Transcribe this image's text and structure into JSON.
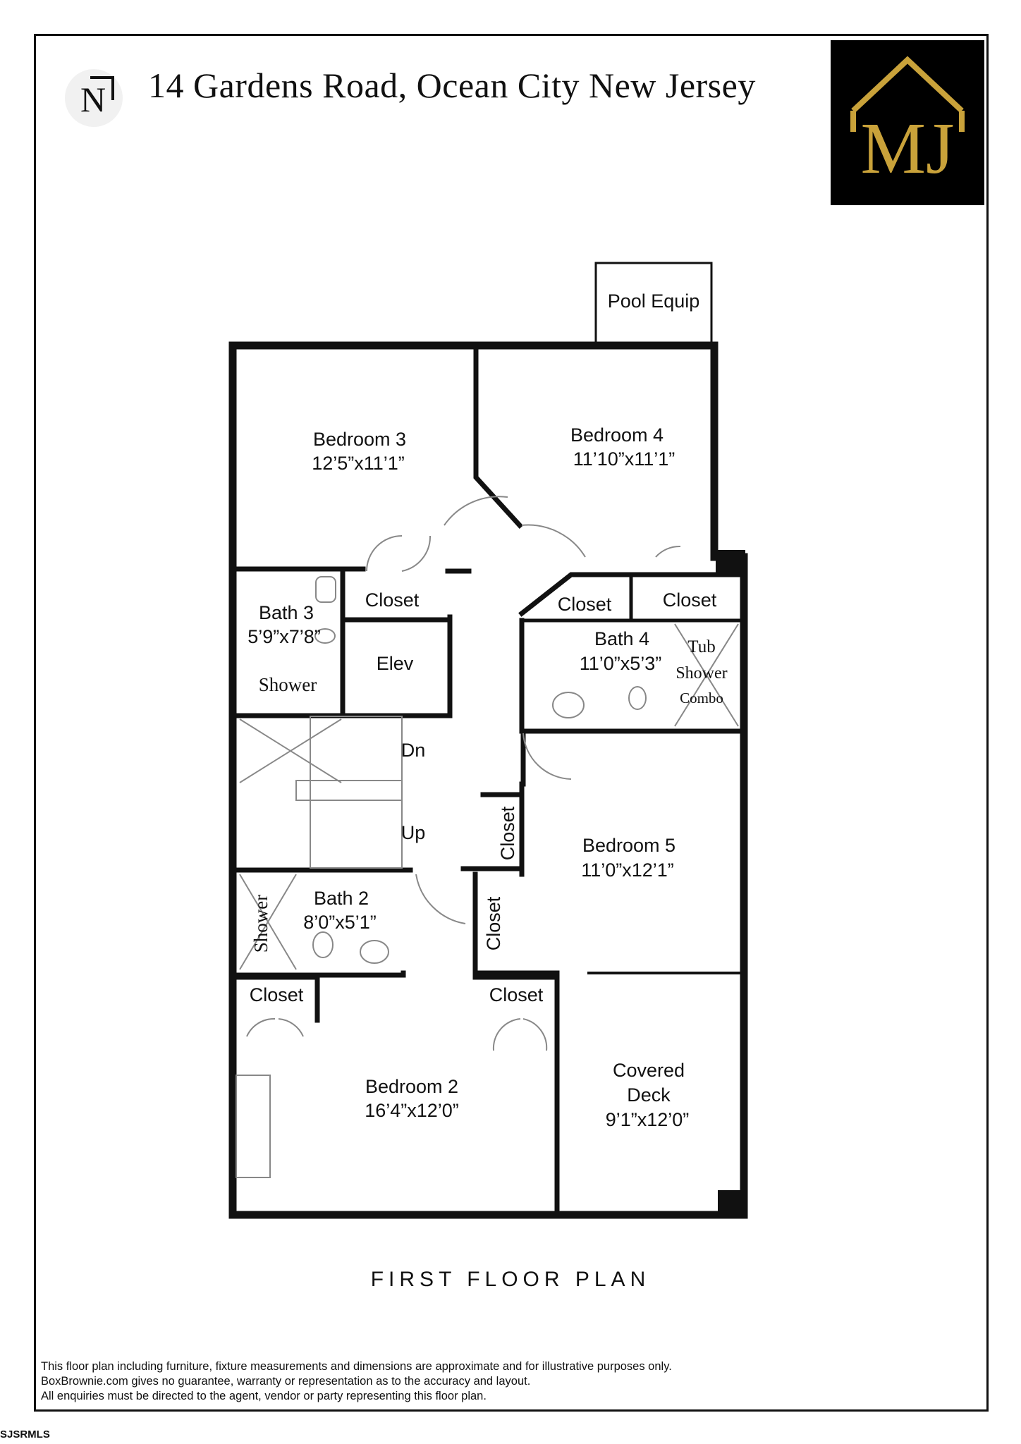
{
  "header": {
    "title": "14 Gardens Road, Ocean City New Jersey",
    "compass_letter": "N",
    "logo_text": "MJ",
    "logo_color": "#c9a23a"
  },
  "rooms": {
    "pool_equip": "Pool Equip",
    "bedroom3": {
      "name": "Bedroom 3",
      "size": "12’5”x11’1”"
    },
    "bedroom4": {
      "name": "Bedroom 4",
      "size": "11’10”x11’1”"
    },
    "closet_b3": "Closet",
    "bath3": {
      "name": "Bath 3",
      "size": "5’9”x7’8”"
    },
    "shower3": "Shower",
    "elev": "Elev",
    "closet_b4a": "Closet",
    "closet_b4b": "Closet",
    "bath4": {
      "name": "Bath 4",
      "size": "11’0”x5’3”"
    },
    "tub": [
      "Tub",
      "Shower",
      "Combo"
    ],
    "dn": "Dn",
    "up": "Up",
    "closet_hall": "Closet",
    "bedroom5": {
      "name": "Bedroom 5",
      "size": "11’0”x12’1”"
    },
    "bath2": {
      "name": "Bath 2",
      "size": "8’0”x5’1”"
    },
    "shower2": "Shower",
    "closet_b5": "Closet",
    "closet_b2a": "Closet",
    "closet_b2b": "Closet",
    "bedroom2": {
      "name": "Bedroom 2",
      "size": "16’4”x12’0”"
    },
    "deck": {
      "line1": "Covered",
      "line2": "Deck",
      "size": "9’1”x12’0”"
    }
  },
  "plan_title": "FIRST FLOOR PLAN",
  "disclaimer": [
    "This floor plan including furniture, fixture measurements and dimensions are approximate and for illustrative purposes only.",
    "BoxBrownie.com gives no guarantee, warranty or representation as to the accuracy and layout.",
    "All enquiries must be directed to the agent, vendor or party representing this floor plan."
  ],
  "watermark": "SJSRMLS"
}
